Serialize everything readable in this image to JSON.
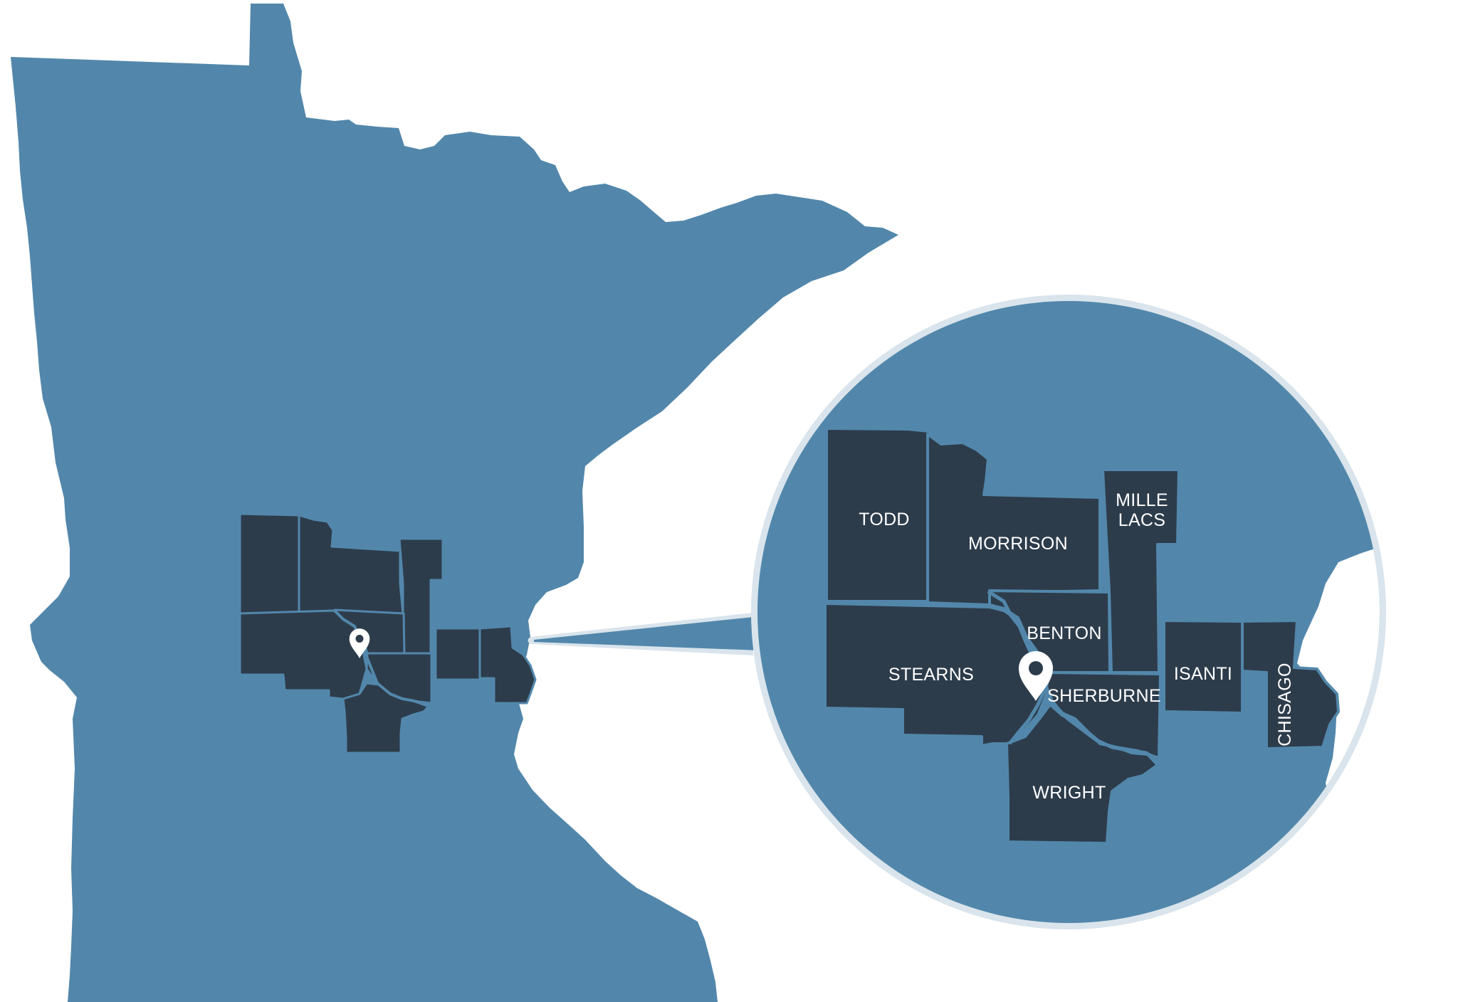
{
  "map": {
    "colors": {
      "background": "#ffffff",
      "state_fill": "#5287ab",
      "county_fill": "#2d3c4b",
      "county_border": "#5287ab",
      "river": "#5287ab",
      "inset_ring": "#d9e4ec",
      "marker": "#ffffff"
    },
    "markers": {
      "main_icon": "map-pin-icon",
      "inset_icon": "map-pin-icon"
    },
    "counties": [
      {
        "id": "todd",
        "label": "TODD"
      },
      {
        "id": "morrison",
        "label": "MORRISON"
      },
      {
        "id": "mille_lacs",
        "label_line1": "MILLE",
        "label_line2": "LACS"
      },
      {
        "id": "benton",
        "label": "BENTON"
      },
      {
        "id": "stearns",
        "label": "STEARNS"
      },
      {
        "id": "sherburne",
        "label": "SHERBURNE"
      },
      {
        "id": "isanti",
        "label": "ISANTI"
      },
      {
        "id": "chisago",
        "label": "CHISAGO"
      },
      {
        "id": "wright",
        "label": "WRIGHT"
      }
    ]
  }
}
